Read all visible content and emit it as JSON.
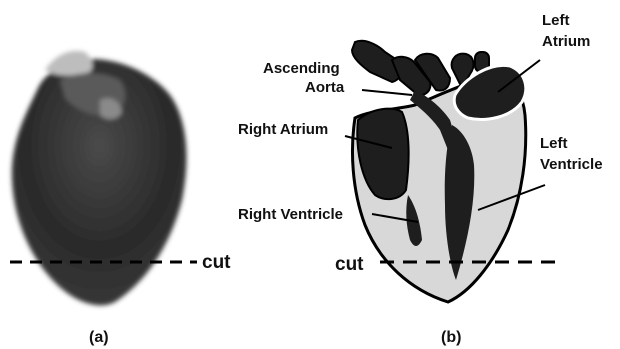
{
  "panel_a": {
    "caption": "(a)",
    "cut_label": "cut"
  },
  "panel_b": {
    "caption": "(b)",
    "cut_label": "cut",
    "labels": {
      "ascending_aorta_line1": "Ascending",
      "ascending_aorta_line2": "Aorta",
      "left_atrium_line1": "Left",
      "left_atrium_line2": "Atrium",
      "right_atrium": "Right Atrium",
      "left_ventricle_line1": "Left",
      "left_ventricle_line2": "Ventricle",
      "right_ventricle": "Right Ventricle"
    }
  },
  "colors": {
    "tissue_dark": "#1e1e1e",
    "tissue_light": "#d8d8d8",
    "outline": "#000000"
  }
}
